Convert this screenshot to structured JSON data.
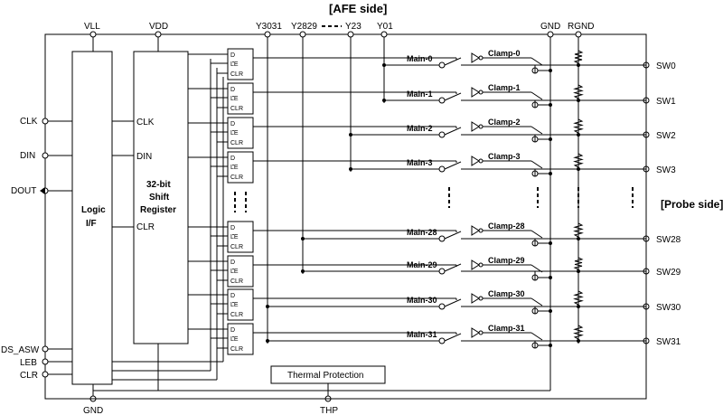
{
  "afe_side": "[AFE side]",
  "probe_side": "[Probe side]",
  "supply_pins": {
    "vll": "VLL",
    "vdd": "VDD",
    "gnd": "GND",
    "rgnd": "RGND",
    "thp": "THP"
  },
  "afe_pins": {
    "y3031": "Y3031",
    "y2829": "Y2829",
    "y23": "Y23",
    "y01": "Y01"
  },
  "left_pins": [
    "CLK",
    "DIN",
    "DOUT",
    "DS_ASW",
    "LEB",
    "CLR"
  ],
  "logic_block": {
    "line1": "Logic",
    "line2": "I/F"
  },
  "shift_register": {
    "line1": "32-bit",
    "line2": "Shift",
    "line3": "Register",
    "inputs": [
      "CLK",
      "DIN",
      "CLR"
    ]
  },
  "latch_pins": {
    "d": "D",
    "le": "LE",
    "clr": "CLR"
  },
  "thermal": "Thermal Protection",
  "channels": [
    {
      "main": "Main-0",
      "clamp": "Clamp-0",
      "sw": "SW0"
    },
    {
      "main": "Main-1",
      "clamp": "Clamp-1",
      "sw": "SW1"
    },
    {
      "main": "Main-2",
      "clamp": "Clamp-2",
      "sw": "SW2"
    },
    {
      "main": "Main-3",
      "clamp": "Clamp-3",
      "sw": "SW3"
    },
    {
      "main": "Main-28",
      "clamp": "Clamp-28",
      "sw": "SW28"
    },
    {
      "main": "Main-29",
      "clamp": "Clamp-29",
      "sw": "SW29"
    },
    {
      "main": "Main-30",
      "clamp": "Clamp-30",
      "sw": "SW30"
    },
    {
      "main": "Main-31",
      "clamp": "Clamp-31",
      "sw": "SW31"
    }
  ]
}
